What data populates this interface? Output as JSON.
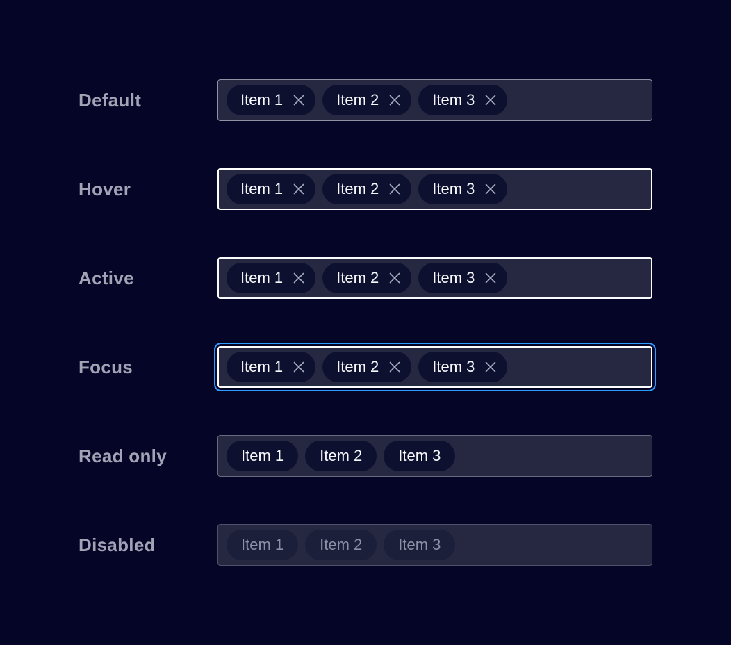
{
  "items": [
    "Item 1",
    "Item 2",
    "Item 3"
  ],
  "rows": [
    {
      "id": "default",
      "label": "Default",
      "state": "default",
      "removable": true
    },
    {
      "id": "hover",
      "label": "Hover",
      "state": "hover",
      "removable": true
    },
    {
      "id": "active",
      "label": "Active",
      "state": "active",
      "removable": true
    },
    {
      "id": "focus",
      "label": "Focus",
      "state": "focus",
      "removable": true
    },
    {
      "id": "readonly",
      "label": "Read only",
      "state": "readonly",
      "removable": false
    },
    {
      "id": "disabled",
      "label": "Disabled",
      "state": "disabled",
      "removable": false
    }
  ],
  "colors": {
    "page_background": "#050527",
    "field_background": "#252840",
    "chip_background": "#0e102f",
    "chip_text": "#f7f8fc",
    "label_text": "#a2a4b6",
    "border_default": "#9093a6",
    "border_hover": "#ffffff",
    "border_active": "#fbfbfd",
    "border_readonly": "#676b80",
    "border_disabled": "#4e5269",
    "focus_ring": "#2e9bff",
    "close_icon": "#a6abbe",
    "disabled_chip_background": "#1c1f3a",
    "disabled_chip_text": "#8b90a6"
  }
}
